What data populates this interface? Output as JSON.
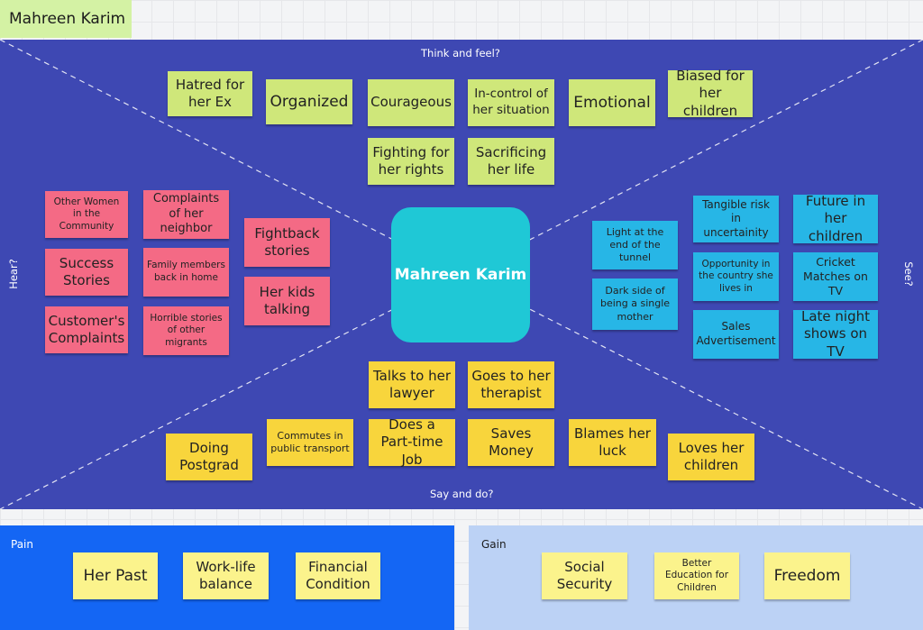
{
  "board_title": "Mahreen Karim",
  "center_label": "Mahreen Karim",
  "quadrants": {
    "think_feel": "Think and feel?",
    "hear": "Hear?",
    "see": "See?",
    "say_do": "Say and do?"
  },
  "colors": {
    "board": "#3e48b3",
    "center": "#1fc8d6",
    "think_notes": "#cfe77a",
    "hear_notes": "#f46a85",
    "see_notes": "#27b6e6",
    "say_notes": "#f8d53c",
    "pain_panel": "#1466f4",
    "gain_panel": "#bcd2f5",
    "pain_gain_notes": "#fbf38c"
  },
  "think_feel_notes": [
    "Hatred for her Ex",
    "Organized",
    "Courageous",
    "In-control of her situation",
    "Emotional",
    "Biased for her children",
    "Fighting for her rights",
    "Sacrificing her life"
  ],
  "hear_notes": [
    "Other Women in the Community",
    "Complaints of her neighbor",
    "Fightback stories",
    "Success Stories",
    "Family members back in home",
    "Her kids talking",
    "Customer's Complaints",
    "Horrible stories of other migrants"
  ],
  "see_notes": [
    "Tangible risk in uncertainity",
    "Future in her children",
    "Light at the end of the tunnel",
    "Opportunity in the country she lives in",
    "Cricket Matches on TV",
    "Dark side of being a single mother",
    "Sales Advertisement",
    "Late night shows on TV"
  ],
  "say_do_notes": [
    "Talks to her lawyer",
    "Goes to her therapist",
    "Commutes in public transport",
    "Does a Part-time Job",
    "Saves Money",
    "Blames her luck",
    "Doing Postgrad",
    "Loves her children"
  ],
  "pain": {
    "title": "Pain",
    "notes": [
      "Her Past",
      "Work-life balance",
      "Financial Condition"
    ]
  },
  "gain": {
    "title": "Gain",
    "notes": [
      "Social Security",
      "Better Education for Children",
      "Freedom"
    ]
  }
}
